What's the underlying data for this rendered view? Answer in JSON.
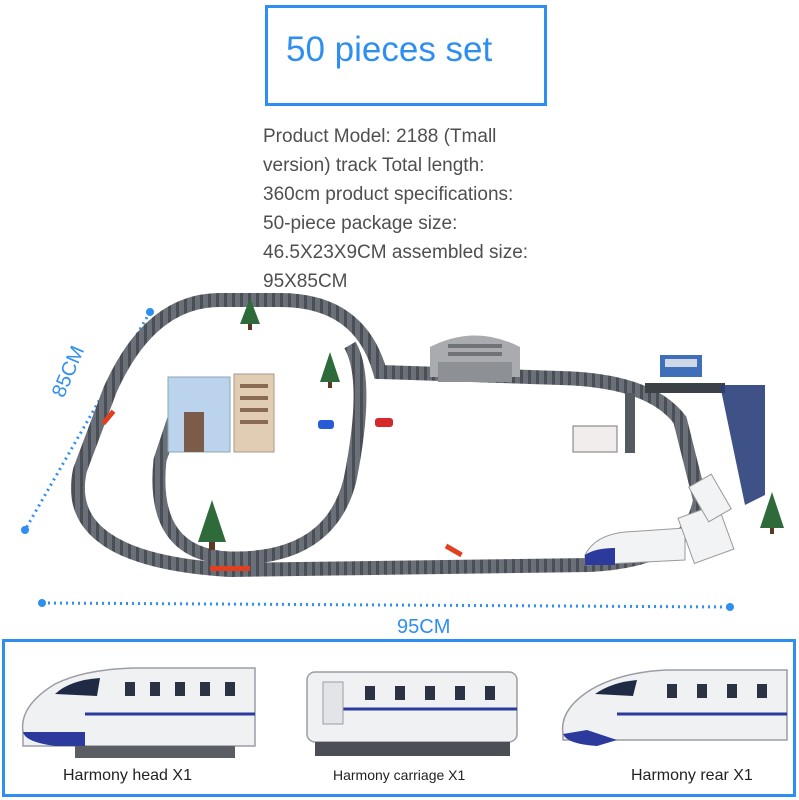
{
  "header": {
    "title": "50 pieces set"
  },
  "specs": {
    "lines": [
      "Product Model: 2188 (Tmall",
      "version) track Total length:",
      "360cm product specifications:",
      "50-piece package size:",
      "46.5X23X9CM assembled size:",
      "95X85CM"
    ]
  },
  "dimensions": {
    "depth": "85CM",
    "width": "95CM"
  },
  "cars": [
    {
      "caption": "Harmony head X1"
    },
    {
      "caption": "Harmony carriage X1"
    },
    {
      "caption": "Harmony rear X1"
    }
  ],
  "colors": {
    "accent": "#2f8ff0",
    "track": "#5a5f66",
    "train_body": "#f2f3f5",
    "train_stripe": "#2b3a9c"
  }
}
